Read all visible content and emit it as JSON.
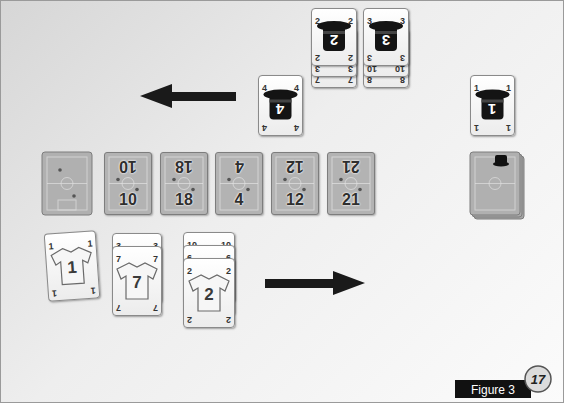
{
  "diagram": {
    "caption": "Figure 3",
    "nodes": [
      {
        "text": [
          "4",
          "4",
          "4",
          "4",
          "4"
        ]
      },
      {
        "text": [
          "2",
          "2",
          "2",
          "2",
          "2"
        ]
      },
      {
        "text": [
          "3",
          "3"
        ]
      },
      {
        "text": [
          "7",
          "7"
        ]
      },
      {
        "text": [
          "3",
          "3",
          "3",
          "3",
          "3"
        ]
      },
      {
        "text": [
          "10",
          "10"
        ]
      },
      {
        "text": [
          "8",
          "8"
        ]
      },
      {
        "text": [
          "1",
          "1",
          "1",
          "1",
          "1"
        ]
      },
      {
        "text": [
          "10",
          "10"
        ]
      },
      {
        "text": [
          "18",
          "18"
        ]
      },
      {
        "text": [
          "4",
          "4"
        ]
      },
      {
        "text": [
          "12",
          "12"
        ]
      },
      {
        "text": [
          "21",
          "21"
        ]
      },
      {
        "text": [
          "1",
          "1",
          "1",
          "1",
          "1"
        ]
      },
      {
        "text": [
          "3",
          "3"
        ]
      },
      {
        "text": [
          "7",
          "7",
          "7",
          "7",
          "7"
        ]
      },
      {
        "text": [
          "10",
          "10"
        ]
      },
      {
        "text": [
          "6",
          "6"
        ]
      },
      {
        "text": [
          "2",
          "2",
          "2",
          "2",
          "2"
        ]
      }
    ],
    "labels": [
      "17"
    ]
  }
}
